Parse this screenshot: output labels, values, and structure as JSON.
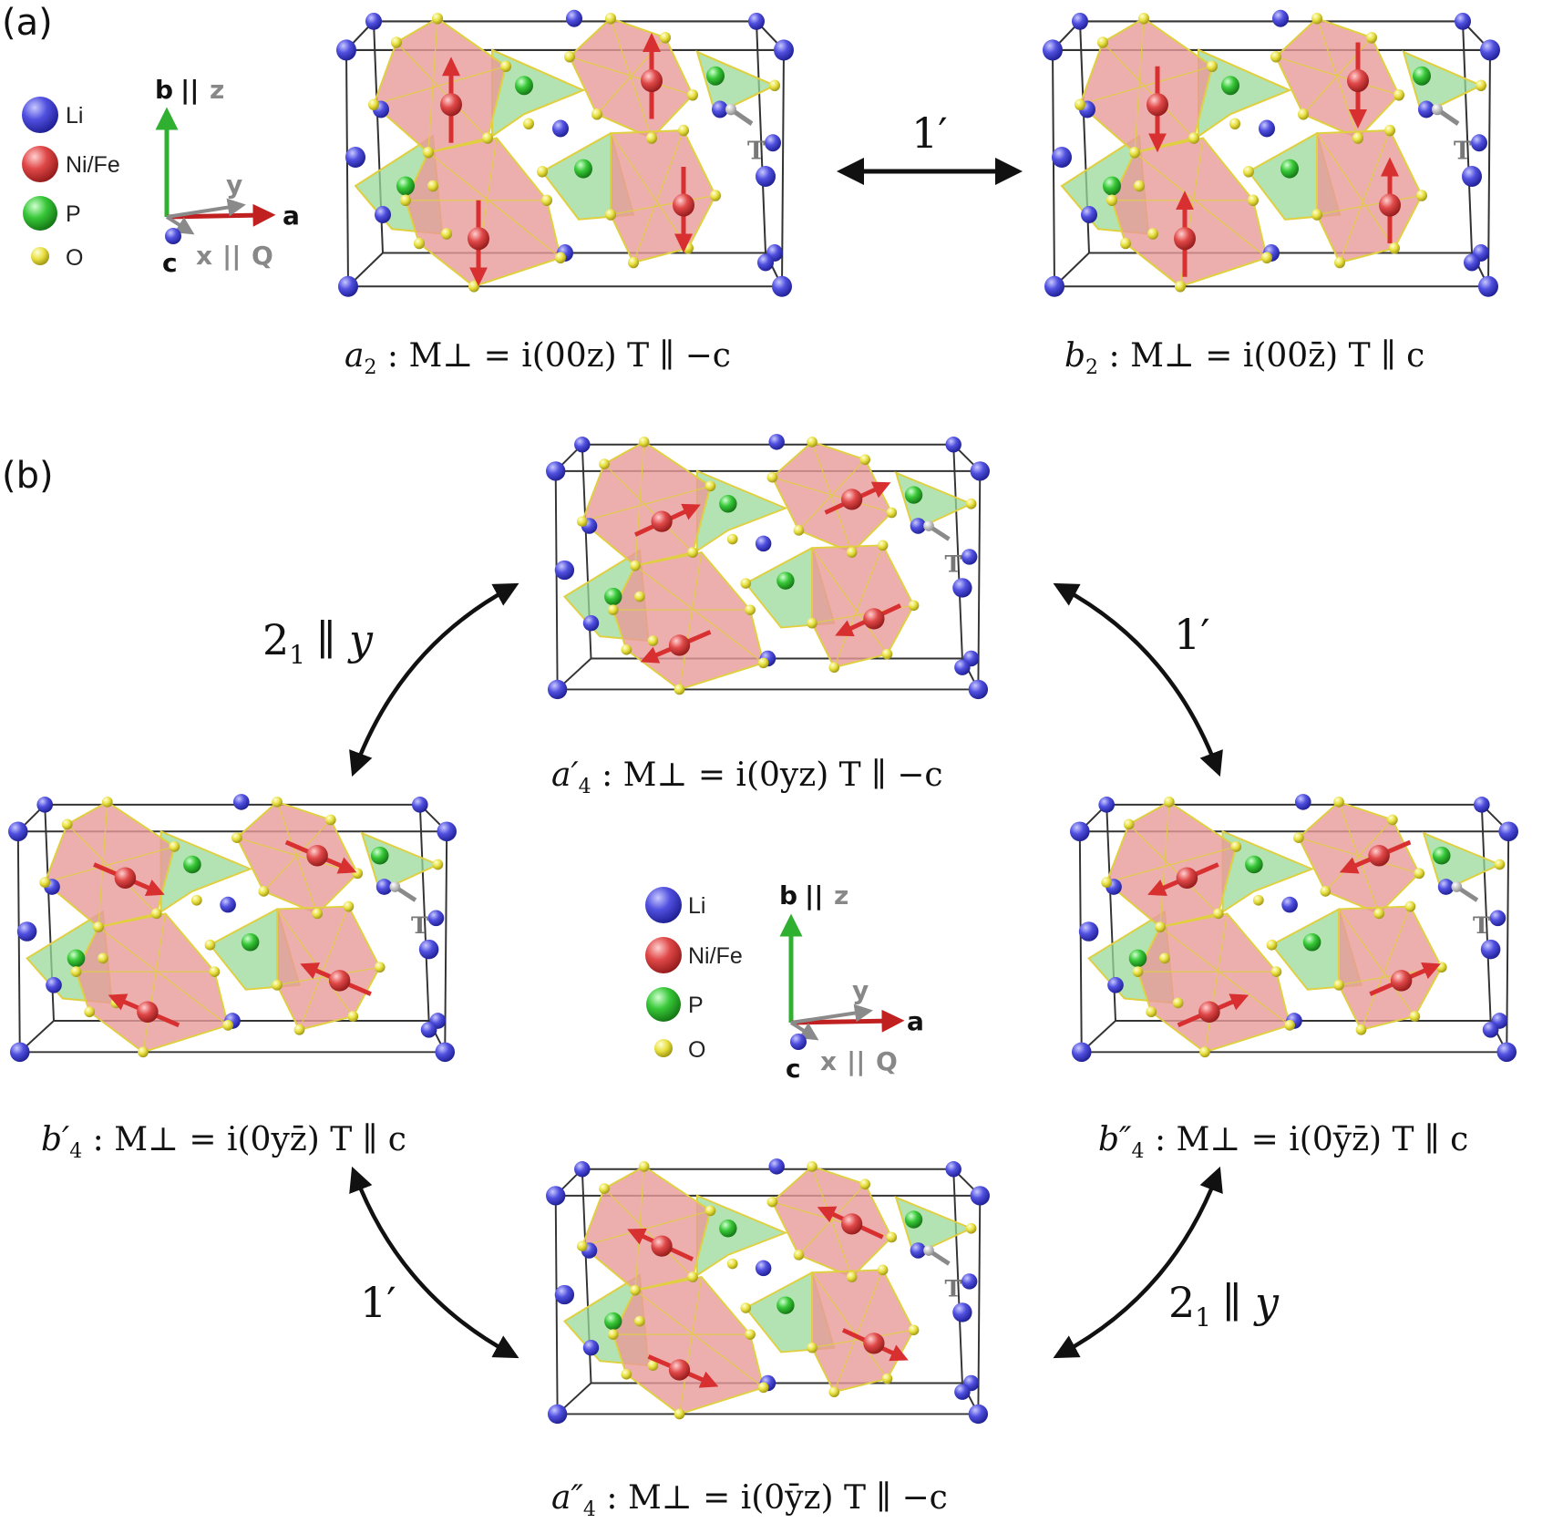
{
  "panels": {
    "a": "(a)",
    "b": "(b)"
  },
  "legend": {
    "li": "Li",
    "nife": "Ni/Fe",
    "p": "P",
    "o": "O"
  },
  "axes": {
    "b_label": "b",
    "b_par": "||",
    "z": "z",
    "y": "y",
    "a_label": "a",
    "c_label": "c",
    "x": "x",
    "x_par": "||",
    "q": "Q"
  },
  "t_label": "T",
  "colors": {
    "li": "#4848d8",
    "nife": "#e04848",
    "p": "#38c838",
    "o": "#e8e040",
    "octa_fill": "#e99a9a",
    "tetra_fill": "#9ad89a",
    "edge": "#e0d040",
    "arrow_red": "#d83030",
    "axis_green": "#30b030",
    "axis_red": "#c02020",
    "grey": "#8a8a8a"
  },
  "operations": {
    "prime": "1′",
    "screw_base": "2",
    "screw_sub": "1",
    "screw_rest": "∥ y"
  },
  "captions": {
    "a2": {
      "sym": "a",
      "sub": "2",
      "rest": " : M⊥ = i(00z)   T ∥ −c"
    },
    "b2": {
      "sym": "b",
      "sub": "2",
      "rest": " : M⊥ = i(00z̄)   T ∥ c"
    },
    "a4p": {
      "sym": "a′",
      "sub": "4",
      "rest": " : M⊥ = i(0yz)   T ∥ −c"
    },
    "b4p": {
      "sym": "b′",
      "sub": "4",
      "rest": " : M⊥ = i(0yz̄)   T ∥ c"
    },
    "b4pp": {
      "sym": "b″",
      "sub": "4",
      "rest": " : M⊥ = i(0ȳz̄)   T ∥ c"
    },
    "a4pp": {
      "sym": "a″",
      "sub": "4",
      "rest": " : M⊥ = i(0ȳz)   T ∥ −c"
    }
  }
}
